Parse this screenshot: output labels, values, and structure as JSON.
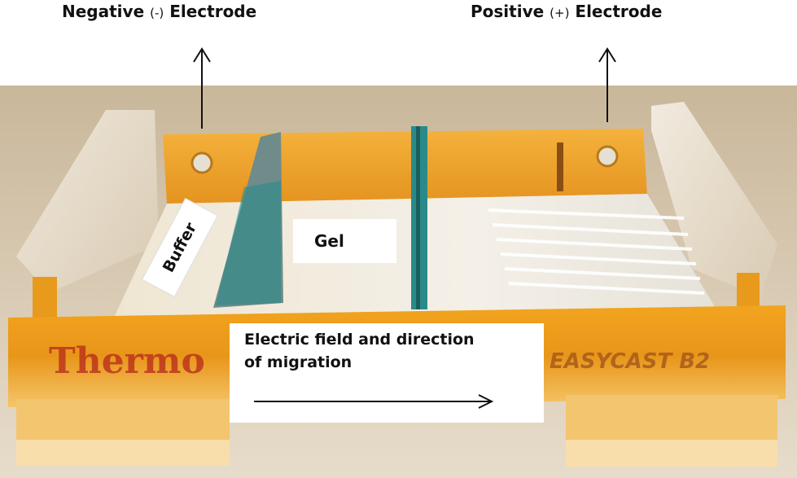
{
  "labels": {
    "negative_prefix": "Negative",
    "negative_sign": "(-)",
    "negative_suffix": "Electrode",
    "positive_prefix": "Positive",
    "positive_sign": "(+)",
    "positive_suffix": "Electrode",
    "buffer": "Buffer",
    "gel": "Gel",
    "field_line1": "Electric field and direction",
    "field_line2": "of migration"
  },
  "photo_text": {
    "brand_left": "Thermo",
    "brand_right": "EASYCAST B2"
  },
  "colors": {
    "tray_orange": "#f0a020",
    "tray_dark": "#c8700a",
    "gel_clear": "#f4efe4",
    "comb_teal": "#2a8a8a",
    "background": "#ffffff"
  }
}
